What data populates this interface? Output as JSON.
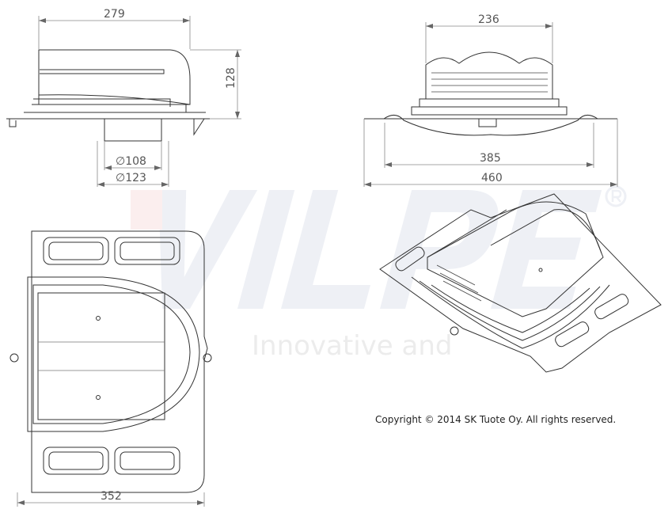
{
  "watermark": {
    "logo": "VILPE®",
    "tagline": "Innovative and"
  },
  "side_view": {
    "width_label": "279",
    "height_label": "128",
    "inner_diameter_label": "∅108",
    "outer_diameter_label": "∅123"
  },
  "front_view": {
    "top_width_label": "236",
    "base_inner_label": "385",
    "base_outer_label": "460"
  },
  "plan_view": {
    "width_label": "352"
  },
  "copyright": "Copyright © 2014 SK Tuote Oy. All rights reserved."
}
